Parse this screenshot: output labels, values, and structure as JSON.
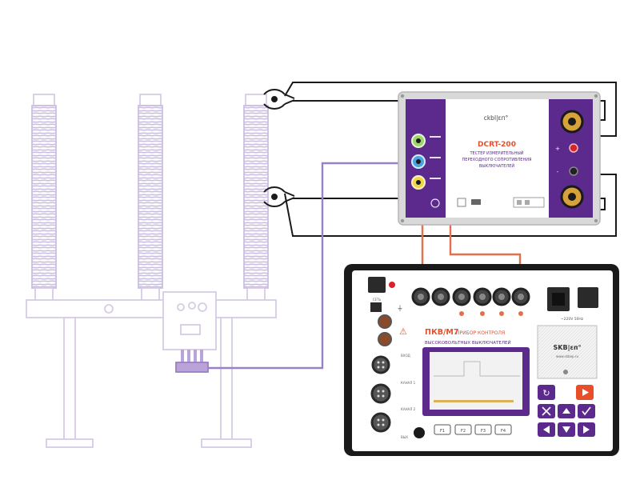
{
  "colors": {
    "insulator": "#cbbfe0",
    "frame": "#d6cce6",
    "cable_black": "#1a1a1a",
    "cable_orange": "#e2704a",
    "cable_purple": "#9a80c4",
    "device_purple": "#5b2a8c",
    "accent_red": "#e84e2a",
    "device_frame": "#c9c9c9"
  },
  "top_device": {
    "brand": "ckbl|ɛп°",
    "model": "DCRT-200",
    "desc_lines": [
      "ТЕСТЕР ИЗМЕРИТЕЛЬНЫЙ",
      "ПЕРЕХОДНОГО СОПРОТИВЛЕНИЯ",
      "ВЫКЛЮЧАТЕЛЕЙ"
    ],
    "port_labels": [
      "+",
      "-"
    ]
  },
  "main_device": {
    "model": "ПКВ/М7",
    "subtitle": "ПРИБОР КОНТРОЛЯ",
    "desc": "ВЫСОКОВОЛЬТНЫХ ВЫКЛЮЧАТЕЛЕЙ",
    "brand": "SKB|ɛп°",
    "web": "www.skbep.ru",
    "softkeys": [
      "F1",
      "F2",
      "F3",
      "F4"
    ],
    "side_labels": [
      "СЕТЬ",
      "ВХОД",
      "КАНАЛ 1",
      "КАНАЛ 2",
      "ВЫХ"
    ],
    "power_label": "~220V 50Hz"
  }
}
